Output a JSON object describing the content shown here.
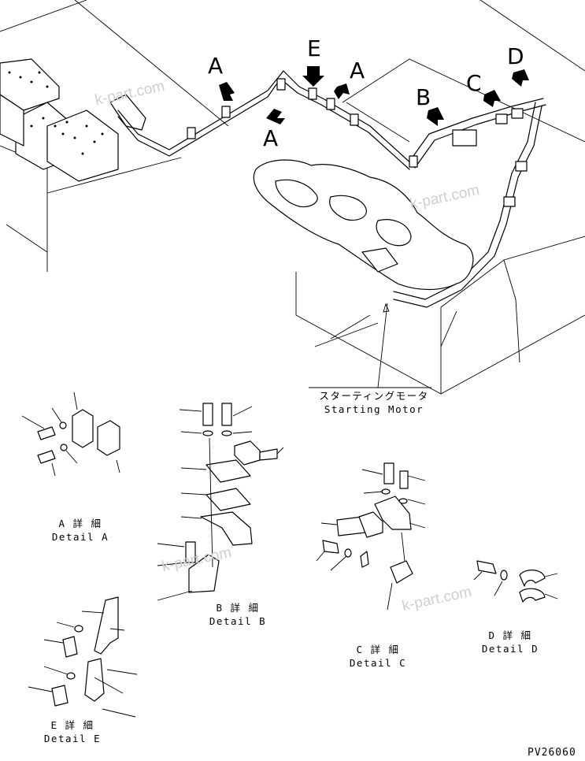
{
  "view_labels": {
    "a_left": "A",
    "a_mid": "A",
    "a_right": "A",
    "e": "E",
    "b": "B",
    "c": "C",
    "d": "D"
  },
  "callout": {
    "jp": "スターティングモータ",
    "en": "Starting Motor"
  },
  "details": [
    {
      "jp": "A 詳 細",
      "en": "Detail A"
    },
    {
      "jp": "B 詳 細",
      "en": "Detail B"
    },
    {
      "jp": "C 詳 細",
      "en": "Detail C"
    },
    {
      "jp": "D 詳 細",
      "en": "Detail D"
    },
    {
      "jp": "E 詳 細",
      "en": "Detail E"
    }
  ],
  "part_code": "PV26060",
  "watermarks": [
    "k-part.com",
    "k-part.com",
    "k-part.com",
    "k-part.com"
  ]
}
